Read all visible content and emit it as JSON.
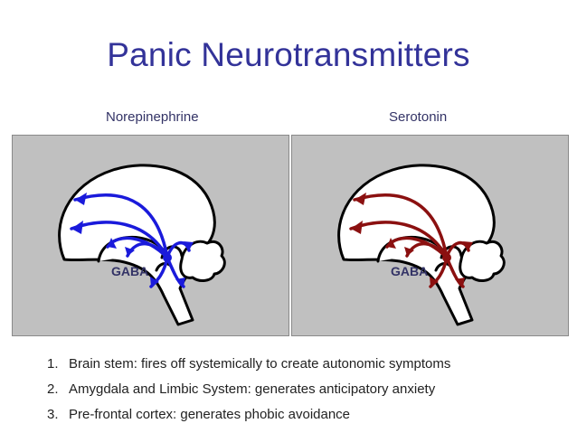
{
  "title": "Panic Neurotransmitters",
  "panels": [
    {
      "label": "Norepinephrine",
      "gaba_label": "GABA",
      "arrow_color": "#1a1adb"
    },
    {
      "label": "Serotonin",
      "gaba_label": "GABA",
      "arrow_color": "#8b1010"
    }
  ],
  "list": [
    {
      "num": "1.",
      "text": "Brain stem: fires off systemically to create autonomic symptoms"
    },
    {
      "num": "2.",
      "text": "Amygdala and Limbic System: generates anticipatory anxiety"
    },
    {
      "num": "3.",
      "text": "Pre-frontal cortex: generates phobic avoidance"
    }
  ],
  "colors": {
    "title": "#333399",
    "panel_bg": "#c0c0c0",
    "gaba_text": "#333366"
  }
}
